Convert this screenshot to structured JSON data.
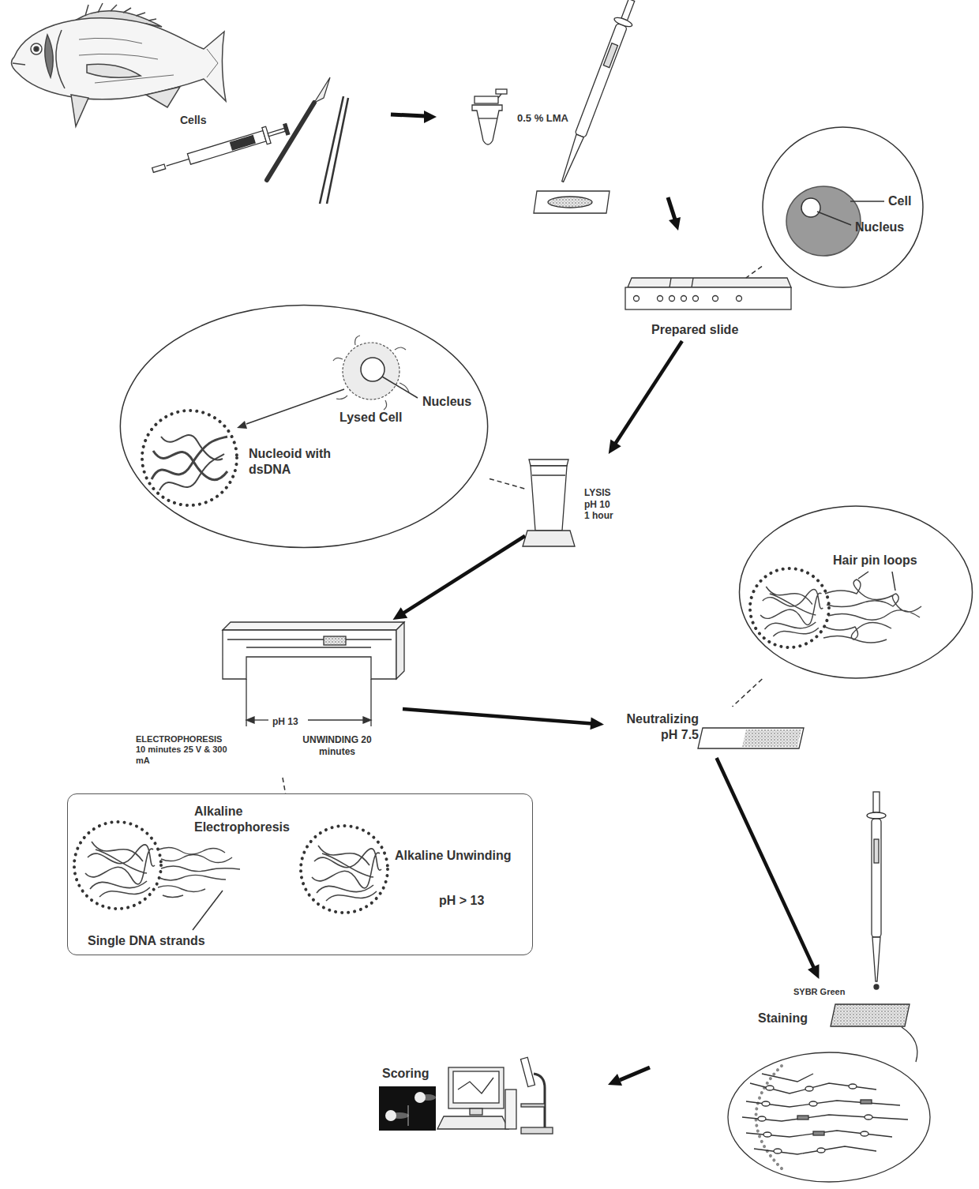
{
  "diagram": {
    "nodes": [
      {
        "text": [
          "Cell",
          "Nucleus"
        ]
      },
      {
        "text": [
          "Prepared slide"
        ]
      },
      {
        "text": [
          "Lysed Cell",
          "Nucleus",
          "Nucleoid with dsDNA"
        ]
      },
      {
        "text": [
          "LYSIS pH 10 1 hour"
        ]
      },
      {
        "text": [
          "pH 13",
          "ELECTROPHORESIS 10 minutes 25 V & 300 mA",
          "UNWINDING 20 minutes"
        ]
      },
      {
        "text": [
          "Alkaline Electrophoresis",
          "Single DNA strands",
          "Alkaline Unwinding",
          "pH > 13"
        ]
      },
      {
        "text": [
          "Hair pin loops"
        ]
      },
      {
        "text": [
          "Neutralizing pH 7.5"
        ]
      },
      {
        "text": [
          "SYBR Green",
          "Staining"
        ]
      }
    ],
    "edges": [
      {
        "from": 0,
        "to": 1,
        "arrow": "none"
      },
      {
        "from": 1,
        "to": 3,
        "arrow": "to"
      },
      {
        "from": 2,
        "to": 3,
        "arrow": "none"
      },
      {
        "from": 3,
        "to": 4,
        "arrow": "to"
      },
      {
        "from": 4,
        "to": 5,
        "arrow": "none"
      },
      {
        "from": 4,
        "to": 7,
        "arrow": "to"
      },
      {
        "from": 6,
        "to": 7,
        "arrow": "none"
      },
      {
        "from": 7,
        "to": 8,
        "arrow": "to"
      }
    ],
    "labels": [
      "Cells",
      "0.5 % LMA",
      "Scoring"
    ]
  }
}
